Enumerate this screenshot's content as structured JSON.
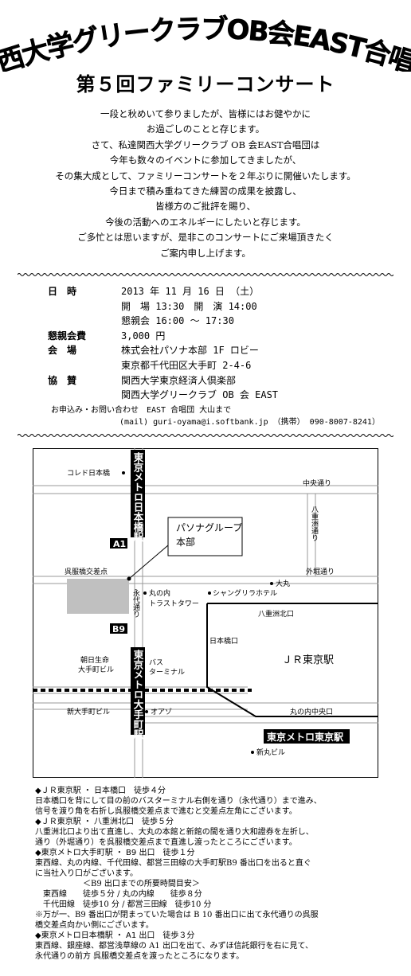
{
  "header": {
    "title": "関西大学グリークラブOB会EAST合唱団",
    "subtitle": "第５回ファミリーコンサート"
  },
  "intro": [
    "一段と秋めいて参りましたが、皆様にはお健やかに",
    "お過ごしのことと存じます。",
    "さて、私達関西大学グリークラブ OB 会EAST合唱団は",
    "今年も数々のイベントに参加してきましたが、",
    "その集大成として、ファミリーコンサートを２年ぶりに開催いたします。",
    "今日まで積み重ねてきた練習の成果を披露し、",
    "皆様方のご批評を賜り、",
    "今後の活動へのエネルギーにしたいと存じます。",
    "ご多忙とは思いますが、是非このコンサートにご来場頂きたく",
    "ご案内申し上げます。"
  ],
  "info": {
    "date_label": "日　時",
    "date": "2013 年 11 月 16 日 （土）",
    "times": "開　場 13:30　開　演 14:00",
    "party_time": "懇親会 16:00 ～ 17:30",
    "fee_label": "懇親会費",
    "fee": "3,000 円",
    "venue_label": "会　場",
    "venue": "株式会社パソナ本部 1F ロビー",
    "address": "東京都千代田区大手町 2-4-6",
    "sponsor_label": "協　賛",
    "sponsor1": "関西大学東京経済人倶楽部",
    "sponsor2": "関西大学グリークラブ OB 会 EAST",
    "contact1": "お申込み・お問い合わせ　EAST 合唱団 大山まで",
    "contact2": "(mail) guri-oyama@i.softbank.jp （携帯） 090-8007-8241）"
  },
  "map": {
    "nihonbashi_line": "東京メトロ日本橋駅",
    "otemachi_line": "東京メトロ大手町駅",
    "tokyo_metro": "東京メトロ東京駅",
    "pasona": "パソナグループ",
    "pasona2": "本部",
    "a1": "A1",
    "b9": "B9",
    "coredo": "コレド日本橋",
    "chuo_dori": "中央通り",
    "yaesu_dori": "八重洲通り",
    "gofuku": "呉服橋交差点",
    "sotobori": "外堀通り",
    "daimaru": "大丸",
    "eitai": "永代通り",
    "marunouchi_trust": "丸の内",
    "marunouchi_trust2": "トラストタワー",
    "shangri": "シャングリラホテル",
    "yaesu_kita": "八重洲北口",
    "nihonbashi_guchi": "日本橋口",
    "jr_tokyo": "ＪＲ東京駅",
    "asahi": "朝日生命",
    "asahi2": "大手町ビル",
    "bus": "バス",
    "bus2": "ターミナル",
    "shin_otemachi": "新大手町ビル",
    "oazo": "オアゾ",
    "marunouchi_chuo": "丸の内中央口",
    "shin_maru": "新丸ビル"
  },
  "directions": [
    "◆ＪＲ東京駅 ・ 日本橋口　徒歩４分",
    "日本橋口を背にして目の前のバスターミナル右側を通り（永代通り）まで進み、",
    "信号を渡り角を右折し呉服橋交差点まで進むと交差点左角にございます。",
    "◆ＪＲ東京駅 ・ 八重洲北口　徒歩５分",
    "八重洲北口より出て直進し、大丸の本館と新館の間を通り大和證券を左折し、",
    "通り（外堀通り）を呉服橋交差点まで直進し渡ったところにございます。",
    "◆東京メトロ大手町駅 ・ B9 出口　徒歩１分",
    "東西線、丸の内線、千代田線、都営三田線の大手町駅B9 番出口を出ると直ぐ",
    "に当社入り口がございます。",
    "　　　　　　＜B9 出口までの所要時間目安＞",
    "　東西線　　徒歩５分 / 丸の内線　　徒歩８分",
    "　千代田線　徒歩10 分 / 都営三田線　徒歩10 分",
    "※万が一、B9 番出口が閉まっていた場合は B 10 番出口に出て永代通りの呉服",
    "橋交差点向かい側にございます。",
    "◆東京メトロ日本橋駅 ・ A1 出口　徒歩３分",
    "東西線、銀座線、都営浅草線の A1 出口を出て、みずほ信託銀行を右に見て、",
    "永代通りの前方 呉服橋交差点を渡ったところになります。"
  ]
}
